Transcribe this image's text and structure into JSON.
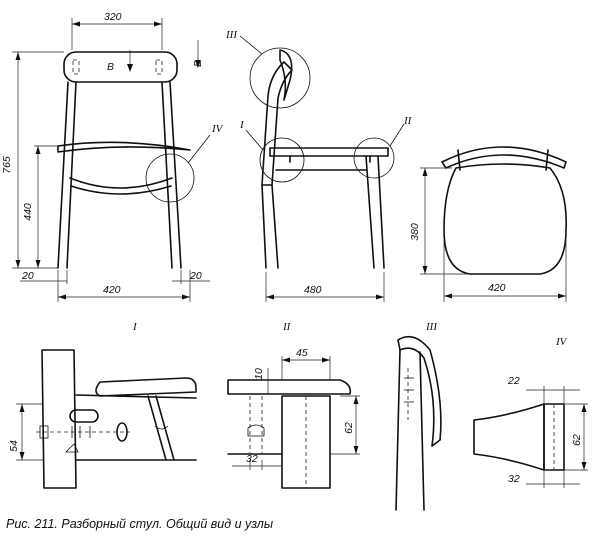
{
  "dimensions": {
    "front_width": "320",
    "front_height_total": "765",
    "front_seat_height": "440",
    "front_leg_offset_left": "20",
    "front_base_width": "420",
    "front_leg_offset_right": "20",
    "section_label": "B",
    "side_depth": "480",
    "top_depth": "380",
    "top_width": "420",
    "n1_height": "54",
    "n2_top": "45",
    "n2_thick": "10",
    "n2_height": "62",
    "n2_bottom": "32",
    "n4_top": "22",
    "n4_height": "62",
    "n4_bottom": "32"
  },
  "callouts": {
    "I": "I",
    "II": "II",
    "III": "III",
    "IV": "IV"
  },
  "detail_titles": {
    "d1": "I",
    "d2": "II",
    "d3": "III",
    "d4": "IV"
  },
  "caption": "Рис. 211. Разборный стул. Общий вид и узлы"
}
